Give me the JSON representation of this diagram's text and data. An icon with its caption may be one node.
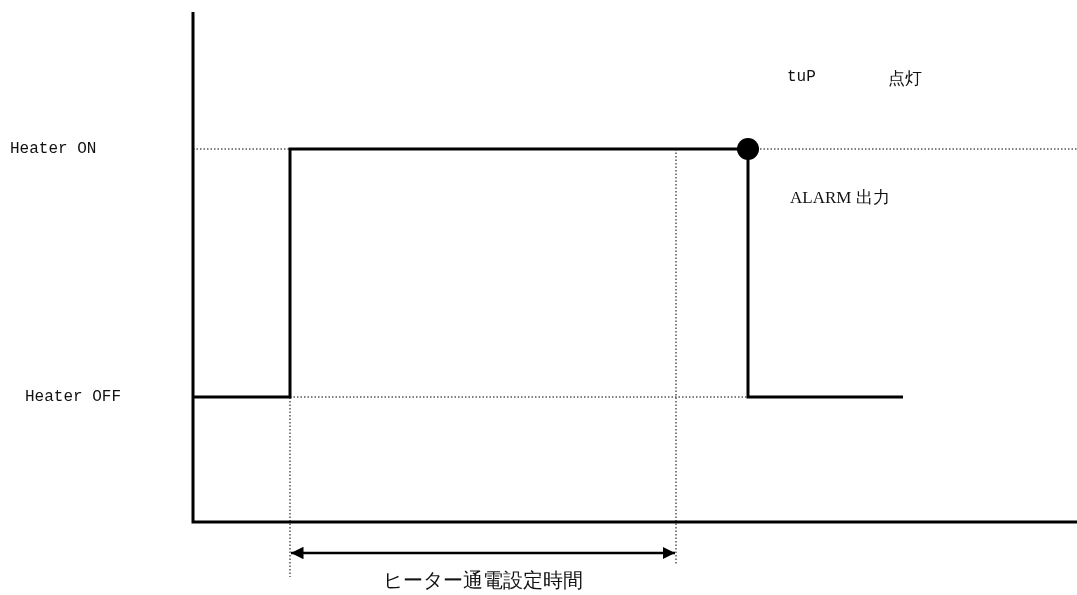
{
  "diagram": {
    "labels": [
      "Heater ON",
      "Heater OFF",
      "tuP",
      "点灯",
      "ALARM 出力",
      "ヒーター通電設定時間"
    ]
  }
}
